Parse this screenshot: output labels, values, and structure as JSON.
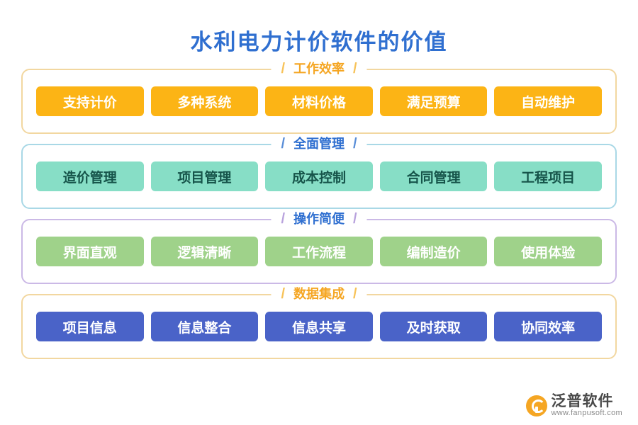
{
  "title": "水利电力计价软件的价值",
  "sections": [
    {
      "heading": "工作效率",
      "left_slash": "/",
      "right_slash": "/",
      "items": [
        "支持计价",
        "多种系统",
        "材料价格",
        "满足预算",
        "自动维护"
      ],
      "chip_color": "#fcb415",
      "border_color": "#f2d7a0",
      "heading_color": "#f5a623"
    },
    {
      "heading": "全面管理",
      "left_slash": "/",
      "right_slash": "/",
      "items": [
        "造价管理",
        "项目管理",
        "成本控制",
        "合同管理",
        "工程项目"
      ],
      "chip_color": "#87dec6",
      "border_color": "#a9d8e6",
      "heading_color": "#2f6fd0"
    },
    {
      "heading": "操作简便",
      "left_slash": "/",
      "right_slash": "/",
      "items": [
        "界面直观",
        "逻辑清晰",
        "工作流程",
        "编制造价",
        "使用体验"
      ],
      "chip_color": "#9fd28a",
      "border_color": "#cbb9e6",
      "heading_color": "#2f6fd0"
    },
    {
      "heading": "数据集成",
      "left_slash": "/",
      "right_slash": "/",
      "items": [
        "项目信息",
        "信息整合",
        "信息共享",
        "及时获取",
        "协同效率"
      ],
      "chip_color": "#4a63c8",
      "border_color": "#f2d7a0",
      "heading_color": "#f5a623"
    }
  ],
  "logo": {
    "icon": "fanpu-circle-logo-icon",
    "name": "泛普软件",
    "url": "www.fanpusoft.com",
    "color": "#f5a623"
  }
}
